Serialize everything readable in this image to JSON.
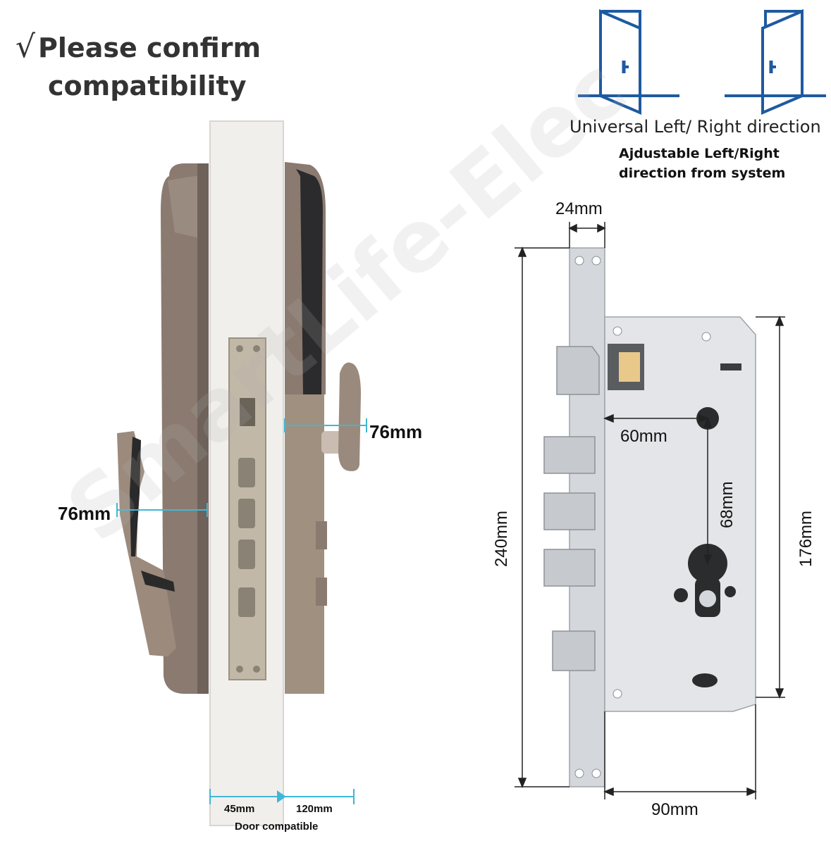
{
  "header": {
    "check_mark": "√",
    "title_line1": "Please confirm",
    "title_line2": "compatibility"
  },
  "direction": {
    "title": "Universal Left/ Right direction",
    "subtitle_line1": "Ajdustable Left/Right",
    "subtitle_line2": "direction from system"
  },
  "lock_dimensions": {
    "handle_outer": "76mm",
    "handle_inner": "76mm",
    "door_min": "45mm",
    "door_max": "120mm",
    "door_caption": "Door compatible"
  },
  "mortise_dimensions": {
    "faceplate_width": "24mm",
    "total_height": "240mm",
    "backset": "60mm",
    "center_distance": "68mm",
    "case_height": "176mm",
    "case_width": "90mm"
  },
  "watermark": "SmartLife-Elec",
  "colors": {
    "door_icon": "#1e5aa0",
    "dimension_line": "#3fb7d6",
    "lock_body": "#8a7a70",
    "steel": "#cfd2d6"
  }
}
